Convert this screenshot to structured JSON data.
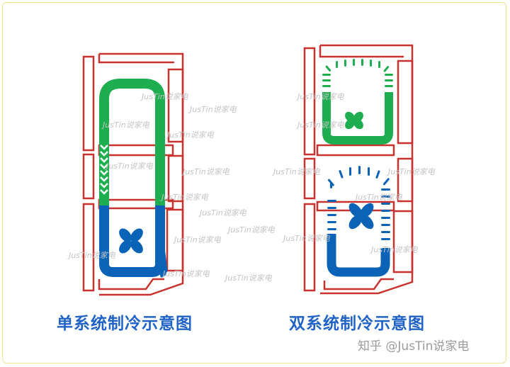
{
  "captions": {
    "single": "单系统制冷示意图",
    "dual": "双系统制冷示意图"
  },
  "brand": "知乎 @JusTin说家电",
  "watermark": "JusTin说家电",
  "colors": {
    "cabinet_outline": "#c8332f",
    "refrigerant_green": "#1fae4f",
    "refrigerant_blue": "#0b63b7",
    "caption": "#1f63c8",
    "frame": "#f2e493"
  },
  "icons": [
    "fan-icon"
  ]
}
